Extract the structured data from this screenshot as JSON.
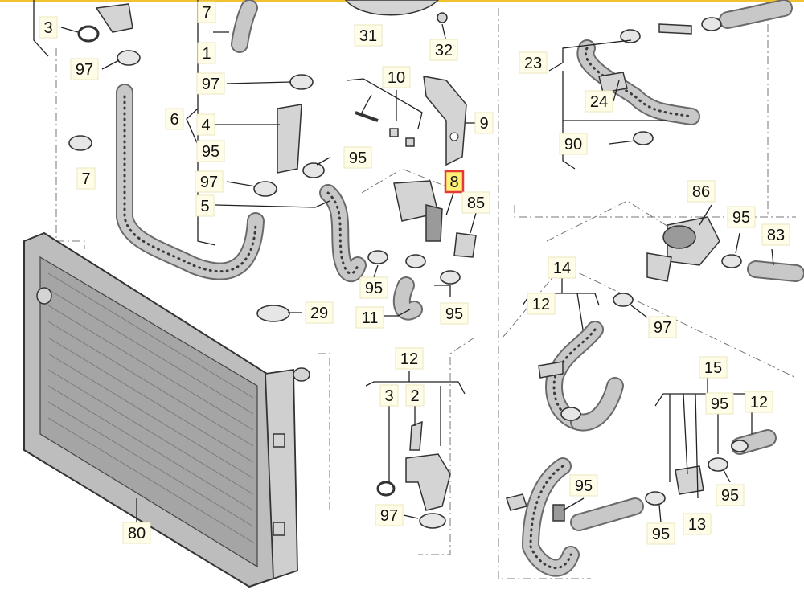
{
  "diagram": {
    "highlighted_label": "8",
    "labels": [
      "3",
      "7",
      "31",
      "32",
      "97",
      "1",
      "10",
      "23",
      "97",
      "6",
      "4",
      "9",
      "24",
      "7",
      "95",
      "95",
      "90",
      "97",
      "8",
      "85",
      "5",
      "86",
      "95",
      "83",
      "14",
      "12",
      "97",
      "29",
      "95",
      "11",
      "95",
      "12",
      "15",
      "3",
      "2",
      "95",
      "12",
      "80",
      "97",
      "95",
      "95",
      "13",
      "95"
    ]
  }
}
